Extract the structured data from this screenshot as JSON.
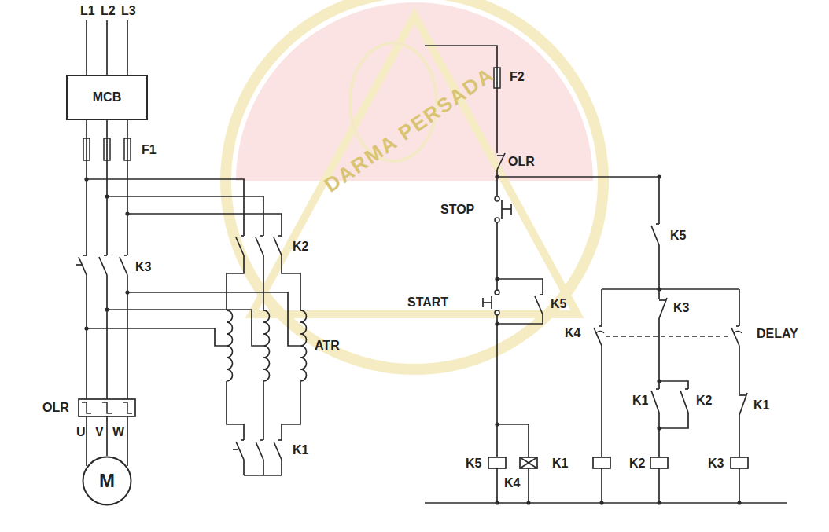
{
  "diagram": {
    "nodes": [
      {
        "text": [
          "MCB"
        ]
      },
      {
        "text": [
          "M"
        ]
      }
    ],
    "labels": [
      "L1",
      "L2",
      "L3",
      "F1",
      "K3",
      "K2",
      "ATR",
      "OLR",
      "U",
      "V",
      "W",
      "K1",
      "F2",
      "OLR",
      "STOP",
      "K5",
      "START",
      "K5",
      "K3",
      "K4",
      "DELAY",
      "K1",
      "K2",
      "K1",
      "K5",
      "K4",
      "K1",
      "K2",
      "K3",
      "DARMA PERSADA"
    ]
  }
}
